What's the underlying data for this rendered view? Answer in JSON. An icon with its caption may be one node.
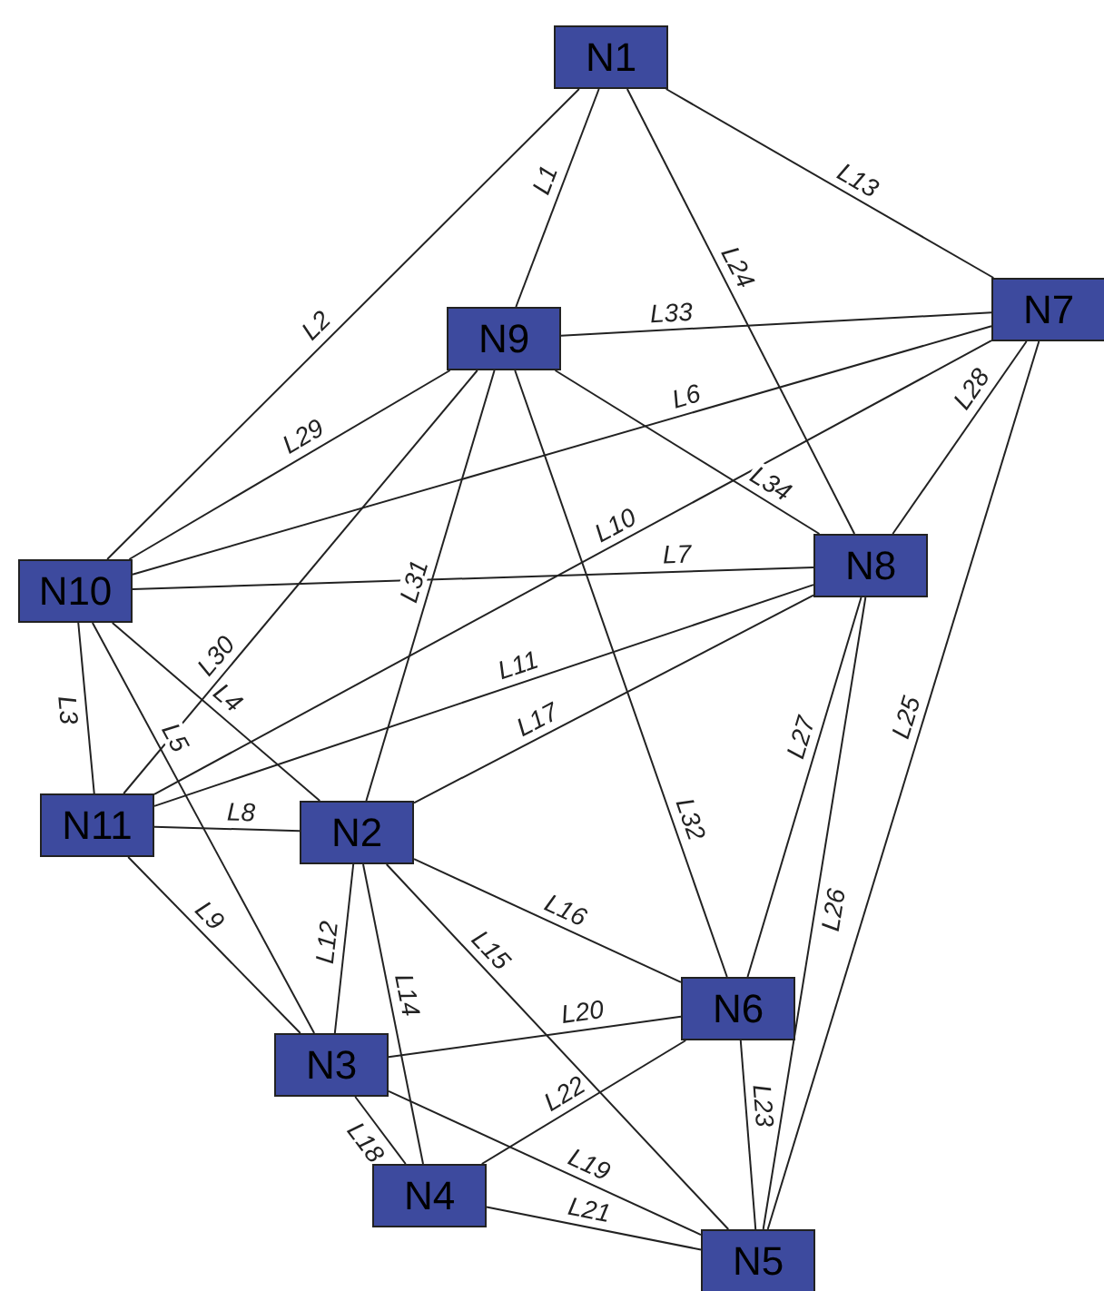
{
  "diagram": {
    "nodes": [
      {
        "text": [
          "N1"
        ]
      },
      {
        "text": [
          "N2"
        ]
      },
      {
        "text": [
          "N3"
        ]
      },
      {
        "text": [
          "N4"
        ]
      },
      {
        "text": [
          "N5"
        ]
      },
      {
        "text": [
          "N6"
        ]
      },
      {
        "text": [
          "N7"
        ]
      },
      {
        "text": [
          "N8"
        ]
      },
      {
        "text": [
          "N9"
        ]
      },
      {
        "text": [
          "N10"
        ]
      },
      {
        "text": [
          "N11"
        ]
      }
    ],
    "edges": [
      {
        "from": 0,
        "to": 8,
        "arrow": "none",
        "label": "L1"
      },
      {
        "from": 0,
        "to": 9,
        "arrow": "none",
        "label": "L2"
      },
      {
        "from": 9,
        "to": 10,
        "arrow": "none",
        "label": "L3"
      },
      {
        "from": 9,
        "to": 1,
        "arrow": "none",
        "label": "L4"
      },
      {
        "from": 9,
        "to": 2,
        "arrow": "none",
        "label": "L5"
      },
      {
        "from": 9,
        "to": 6,
        "arrow": "none",
        "label": "L6"
      },
      {
        "from": 9,
        "to": 7,
        "arrow": "none",
        "label": "L7"
      },
      {
        "from": 10,
        "to": 1,
        "arrow": "none",
        "label": "L8"
      },
      {
        "from": 10,
        "to": 2,
        "arrow": "none",
        "label": "L9"
      },
      {
        "from": 10,
        "to": 6,
        "arrow": "none",
        "label": "L10"
      },
      {
        "from": 10,
        "to": 7,
        "arrow": "none",
        "label": "L11"
      },
      {
        "from": 1,
        "to": 2,
        "arrow": "none",
        "label": "L12"
      },
      {
        "from": 0,
        "to": 6,
        "arrow": "none",
        "label": "L13"
      },
      {
        "from": 1,
        "to": 3,
        "arrow": "none",
        "label": "L14"
      },
      {
        "from": 1,
        "to": 4,
        "arrow": "none",
        "label": "L15"
      },
      {
        "from": 1,
        "to": 5,
        "arrow": "none",
        "label": "L16"
      },
      {
        "from": 1,
        "to": 7,
        "arrow": "none",
        "label": "L17"
      },
      {
        "from": 2,
        "to": 3,
        "arrow": "none",
        "label": "L18"
      },
      {
        "from": 2,
        "to": 4,
        "arrow": "none",
        "label": "L19"
      },
      {
        "from": 2,
        "to": 5,
        "arrow": "none",
        "label": "L20"
      },
      {
        "from": 3,
        "to": 4,
        "arrow": "none",
        "label": "L21"
      },
      {
        "from": 3,
        "to": 5,
        "arrow": "none",
        "label": "L22"
      },
      {
        "from": 5,
        "to": 4,
        "arrow": "none",
        "label": "L23"
      },
      {
        "from": 0,
        "to": 7,
        "arrow": "none",
        "label": "L24"
      },
      {
        "from": 6,
        "to": 4,
        "arrow": "none",
        "label": "L25"
      },
      {
        "from": 7,
        "to": 4,
        "arrow": "none",
        "label": "L26"
      },
      {
        "from": 7,
        "to": 5,
        "arrow": "none",
        "label": "L27"
      },
      {
        "from": 6,
        "to": 7,
        "arrow": "none",
        "label": "L28"
      },
      {
        "from": 8,
        "to": 9,
        "arrow": "none",
        "label": "L29"
      },
      {
        "from": 8,
        "to": 10,
        "arrow": "none",
        "label": "L30"
      },
      {
        "from": 8,
        "to": 1,
        "arrow": "none",
        "label": "L31"
      },
      {
        "from": 8,
        "to": 5,
        "arrow": "none",
        "label": "L32"
      },
      {
        "from": 8,
        "to": 6,
        "arrow": "none",
        "label": "L33"
      },
      {
        "from": 8,
        "to": 7,
        "arrow": "none",
        "label": "L34"
      }
    ]
  }
}
